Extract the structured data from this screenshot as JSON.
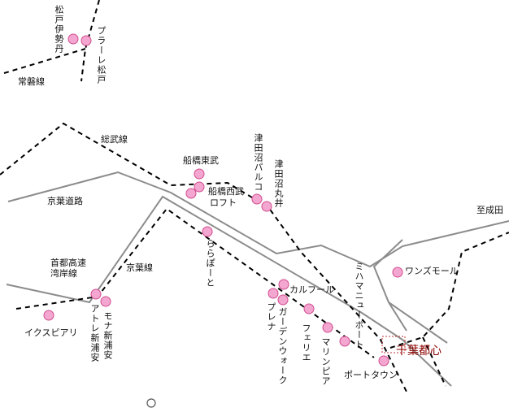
{
  "map": {
    "colors": {
      "background": "#ffffff",
      "railway": "#000000",
      "expressway": "#8c8c8c",
      "store_marker": "#f3a7d0",
      "store_marker_stroke": "#d24c8f",
      "accent_label": "#8b0000",
      "frame": "#c33232"
    },
    "lines": [
      {
        "id": "joban",
        "label": "常磐線"
      },
      {
        "id": "sobu",
        "label": "総武線"
      },
      {
        "id": "keiyo-doro",
        "label": "京葉道路"
      },
      {
        "id": "shuto-wangan",
        "label": "首都高速\n湾岸線"
      },
      {
        "id": "keiyo",
        "label": "京葉線"
      },
      {
        "id": "to-narita",
        "label": "至成田"
      }
    ],
    "stores": [
      {
        "id": "matsudo-isetan",
        "label": "松戸伊勢丹"
      },
      {
        "id": "plare-matsudo",
        "label": "プラーレ松戸"
      },
      {
        "id": "funabashi-tobu",
        "label": "船橋東武"
      },
      {
        "id": "funabashi-seibu",
        "label": "船橋西武"
      },
      {
        "id": "loft",
        "label": "ロフト"
      },
      {
        "id": "tsudanuma-parco",
        "label": "津田沼パルコ"
      },
      {
        "id": "tsudanuma-marui",
        "label": "津田沼丸井"
      },
      {
        "id": "lalaport",
        "label": "ららぽーと"
      },
      {
        "id": "ikspiari",
        "label": "イクスピアリ"
      },
      {
        "id": "atre-shinurayasu",
        "label": "アトレ新浦安"
      },
      {
        "id": "mona-shinurayasu",
        "label": "モナ新浦安"
      },
      {
        "id": "carrefour",
        "label": "カルフール"
      },
      {
        "id": "plena",
        "label": "プレナ"
      },
      {
        "id": "garden-walk",
        "label": "ガーデンウォーク"
      },
      {
        "id": "ferie",
        "label": "フェリエ"
      },
      {
        "id": "marinpia",
        "label": "マリンピア"
      },
      {
        "id": "mihama-newport",
        "label": "ミハマニューポート"
      },
      {
        "id": "port-town",
        "label": "ポートタウン"
      },
      {
        "id": "ones-mall",
        "label": "ワンズモール"
      }
    ],
    "center_label": "千葉都心"
  }
}
